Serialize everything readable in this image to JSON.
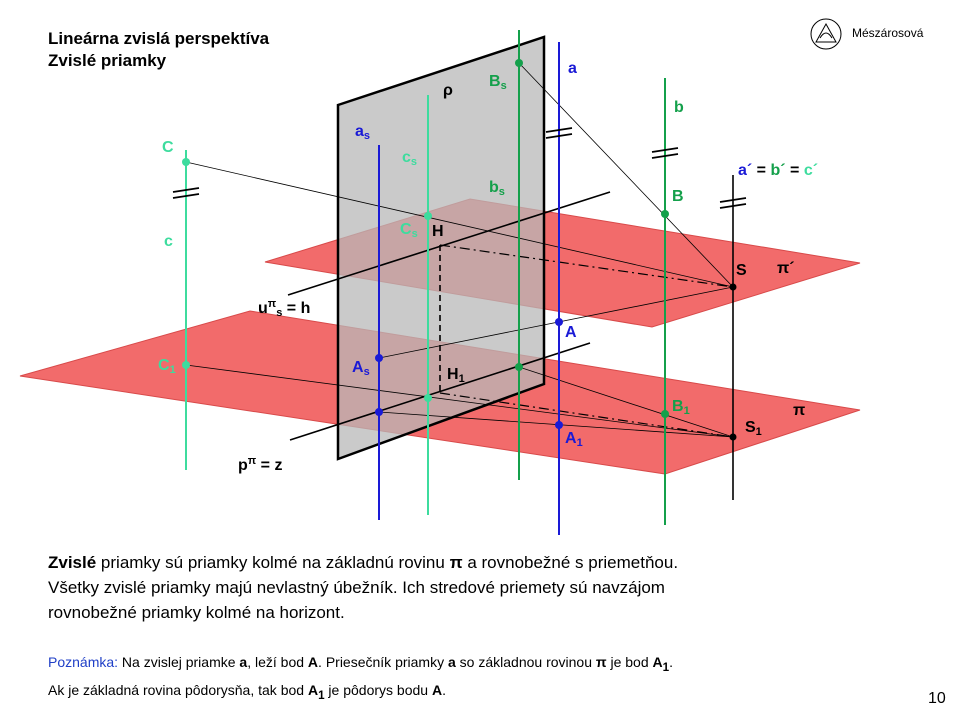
{
  "title": {
    "line1": "Lineárna zvislá perspektíva",
    "line2": "Zvislé priamky"
  },
  "logo": {
    "text": "Mészárosová"
  },
  "colors": {
    "plane_red": "#f26b6b",
    "plane_gray": "#c8c8c8",
    "line_blue": "#1a1ad6",
    "line_green": "#14a04b",
    "line_cyan": "#3ddc9e"
  },
  "labels": {
    "rho": "ρ",
    "pi": "π",
    "pi_prime": "π´",
    "a": "a",
    "b": "b",
    "Bs": "B",
    "Bs_sub": "s",
    "as": "a",
    "as_sub": "s",
    "cs": "c",
    "cs_sub": "s",
    "bs": "b",
    "bs_sub": "s",
    "C": "C",
    "c": "c",
    "Cs": "C",
    "Cs_sub": "s",
    "H": "H",
    "B": "B",
    "eq_a": "a´",
    "eq_sep1": " = ",
    "eq_b": "b´",
    "eq_sep2": " = ",
    "eq_c": "c´",
    "S": "S",
    "uh_u": "u",
    "uh_sup": "π",
    "uh_sub": "s",
    "uh_rest": " = h",
    "A": "A",
    "C1": "C",
    "C1_sub": "1",
    "As": "A",
    "As_sub": "s",
    "H1": "H",
    "H1_sub": "1",
    "B1": "B",
    "B1_sub": "1",
    "A1": "A",
    "A1_sub": "1",
    "S1": "S",
    "S1_sub": "1",
    "pz_p": "p",
    "pz_sup": "π",
    "pz_rest": " = z"
  },
  "body": {
    "word1": "Zvislé",
    "rest1": " priamky sú priamky kolmé na základnú rovinu ",
    "pi": "π",
    "rest2": " a rovnobežné s priemetňou.",
    "line2": "Všetky zvislé priamky majú nevlastný úbežník. Ich stredové priemety sú navzájom",
    "line3": "rovnobežné priamky kolmé na horizont."
  },
  "note": {
    "label": "Poznámka:",
    "t1": " Na zvislej priamke ",
    "a1": "a",
    "t2": ", leží bod ",
    "A1": "A",
    "t3": ". Priesečník priamky ",
    "a2": "a",
    "t4": " so základnou rovinou ",
    "pi": "π",
    "t5": " je bod ",
    "Apt": "A",
    "Apt_sub": "1",
    "t6": ".",
    "line2_t1": " Ak je základná rovina pôdorysňa, tak bod ",
    "Bpt": "A",
    "Bpt_sub": "1",
    "line2_t2": " je pôdorys bodu ",
    "Cpt": "A",
    "line2_t3": "."
  },
  "page_number": "10"
}
